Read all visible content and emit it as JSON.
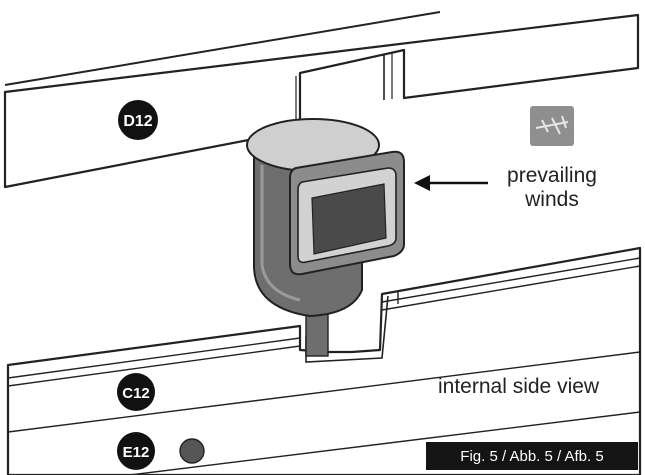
{
  "labels": {
    "d12": "D12",
    "c12": "C12",
    "e12": "E12",
    "prevailing": "prevailing",
    "winds": "winds",
    "internal_side_view": "internal side view"
  },
  "caption": "Fig. 5 / Abb. 5 / Afb. 5",
  "icons": {
    "wind_direction": "weather-vane-icon",
    "arrow": "left-arrow-icon"
  },
  "colors": {
    "line": "#222222",
    "device_dark": "#6e6e6e",
    "device_mid": "#8c8c8c",
    "device_light": "#cfcfcf",
    "screen": "#4a4a4a",
    "badge": "#111111",
    "hole": "#555555",
    "icon_bg": "#8f8f8f"
  }
}
